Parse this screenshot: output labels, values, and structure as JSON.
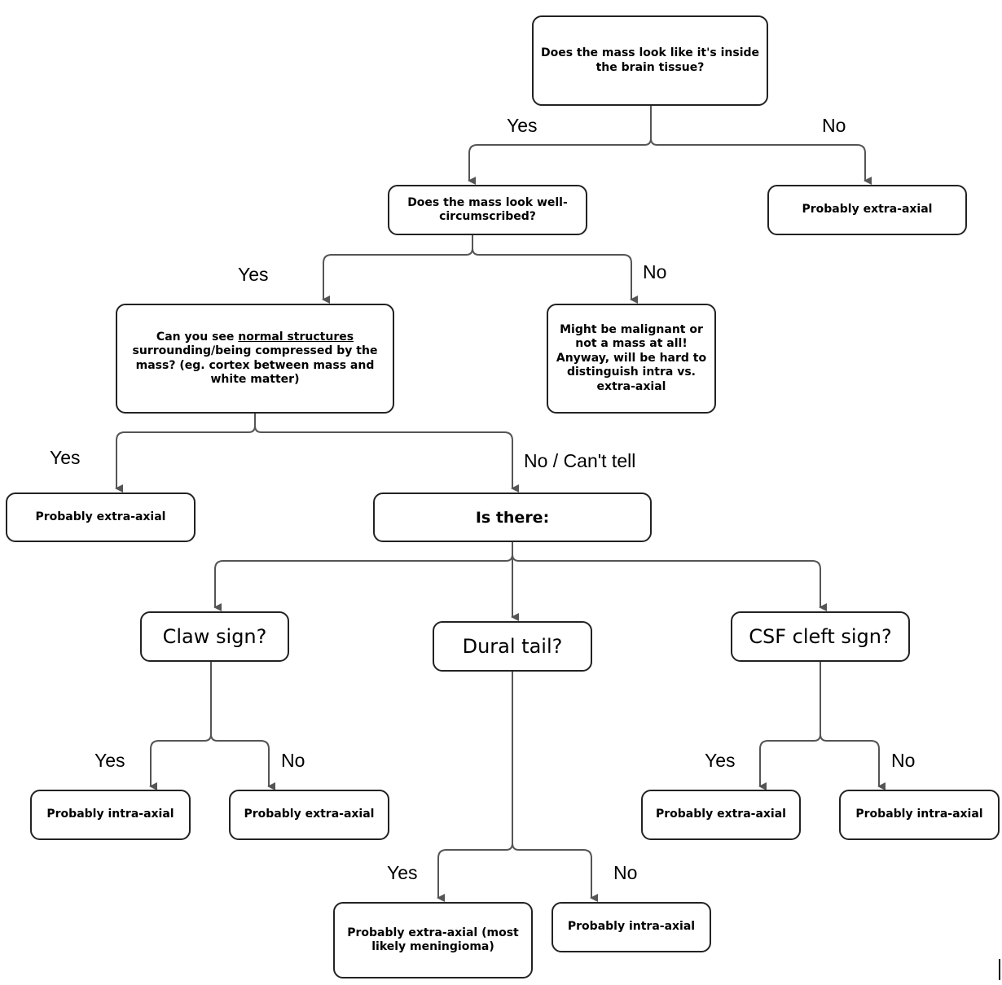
{
  "nodes": {
    "q_inside": "Does the mass look like it's inside the brain tissue?",
    "q_circumscribed": "Does the mass look well-circumscribed?",
    "r_top_extra": "Probably extra-axial",
    "q_normal_pre": "Can you see ",
    "q_normal_link": "normal structures",
    "q_normal_post": " surrounding/being compressed by the mass? (eg. cortex between mass and white matter)",
    "r_malignant": "Might be malignant or not a mass at all! Anyway, will be hard to distinguish intra vs. extra-axial",
    "r_left_extra": "Probably extra-axial",
    "q_is_there": "Is there:",
    "q_claw": "Claw sign?",
    "q_dural": "Dural tail?",
    "q_csf": "CSF cleft sign?",
    "r_claw_yes": "Probably intra-axial",
    "r_claw_no": "Probably extra-axial",
    "r_csf_yes": "Probably extra-axial",
    "r_csf_no": "Probably intra-axial",
    "r_dural_yes": "Probably extra-axial (most likely meningioma)",
    "r_dural_no": "Probably intra-axial"
  },
  "edge_labels": {
    "inside_yes": "Yes",
    "inside_no": "No",
    "circ_yes": "Yes",
    "circ_no": "No",
    "normal_yes": "Yes",
    "normal_no": "No / Can't tell",
    "claw_yes": "Yes",
    "claw_no": "No",
    "csf_yes": "Yes",
    "csf_no": "No",
    "dural_yes": "Yes",
    "dural_no": "No"
  },
  "colors": {
    "line": "#555555",
    "border": "#222222"
  }
}
